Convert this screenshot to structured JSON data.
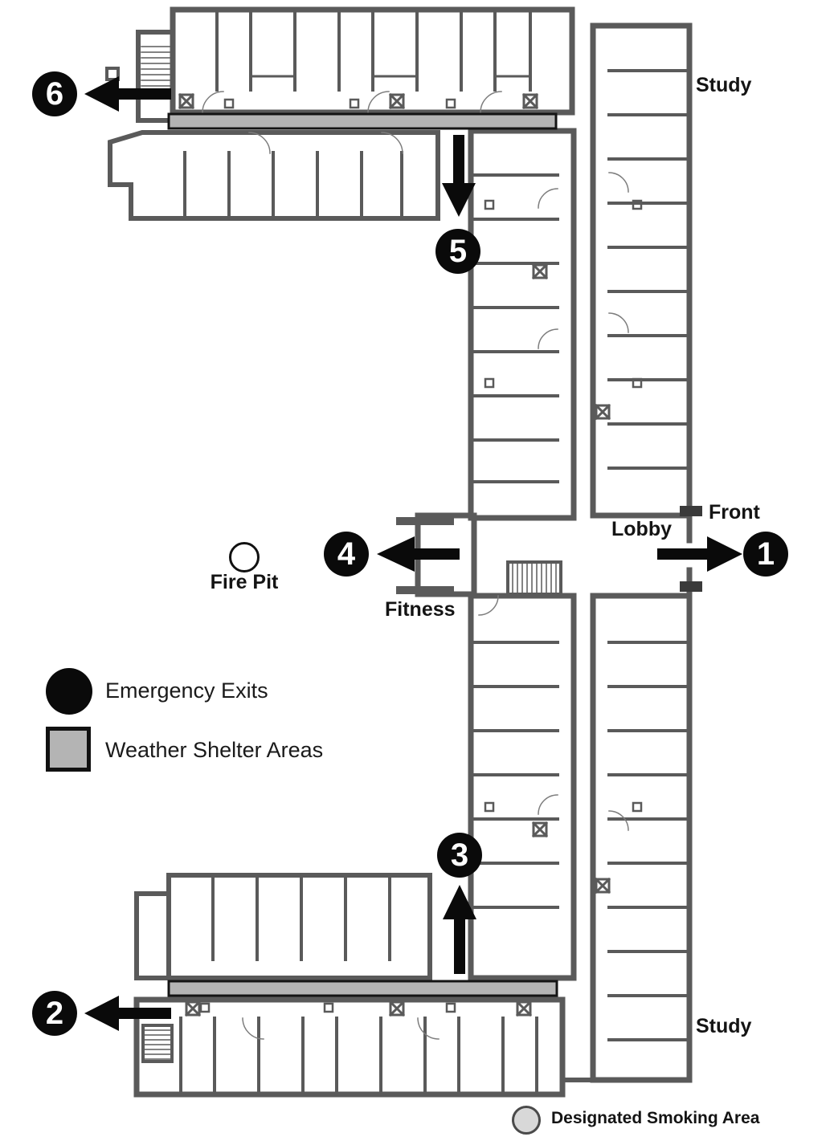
{
  "labels": {
    "study_top": "Study",
    "front": "Front",
    "lobby": "Lobby",
    "fire_pit": "Fire Pit",
    "fitness": "Fitness",
    "study_bottom": "Study"
  },
  "legend": {
    "emergency_exits": "Emergency Exits",
    "weather_shelter_areas": "Weather Shelter Areas",
    "designated_smoking_area": "Designated Smoking Area"
  },
  "exits": [
    {
      "number": "1",
      "arrow_direction": "right"
    },
    {
      "number": "2",
      "arrow_direction": "left"
    },
    {
      "number": "3",
      "arrow_direction": "up"
    },
    {
      "number": "4",
      "arrow_direction": "left"
    },
    {
      "number": "5",
      "arrow_direction": "down"
    },
    {
      "number": "6",
      "arrow_direction": "left"
    }
  ],
  "colors": {
    "wall": "#5a5a5a",
    "exit_marker": "#0a0a0a",
    "arrow": "#0a0a0a",
    "weather_shelter_fill": "#b4b4b4",
    "smoking_circle_fill": "#d8d8d8",
    "fire_pit_fill": "#ffffff",
    "label_text": "#141414"
  }
}
